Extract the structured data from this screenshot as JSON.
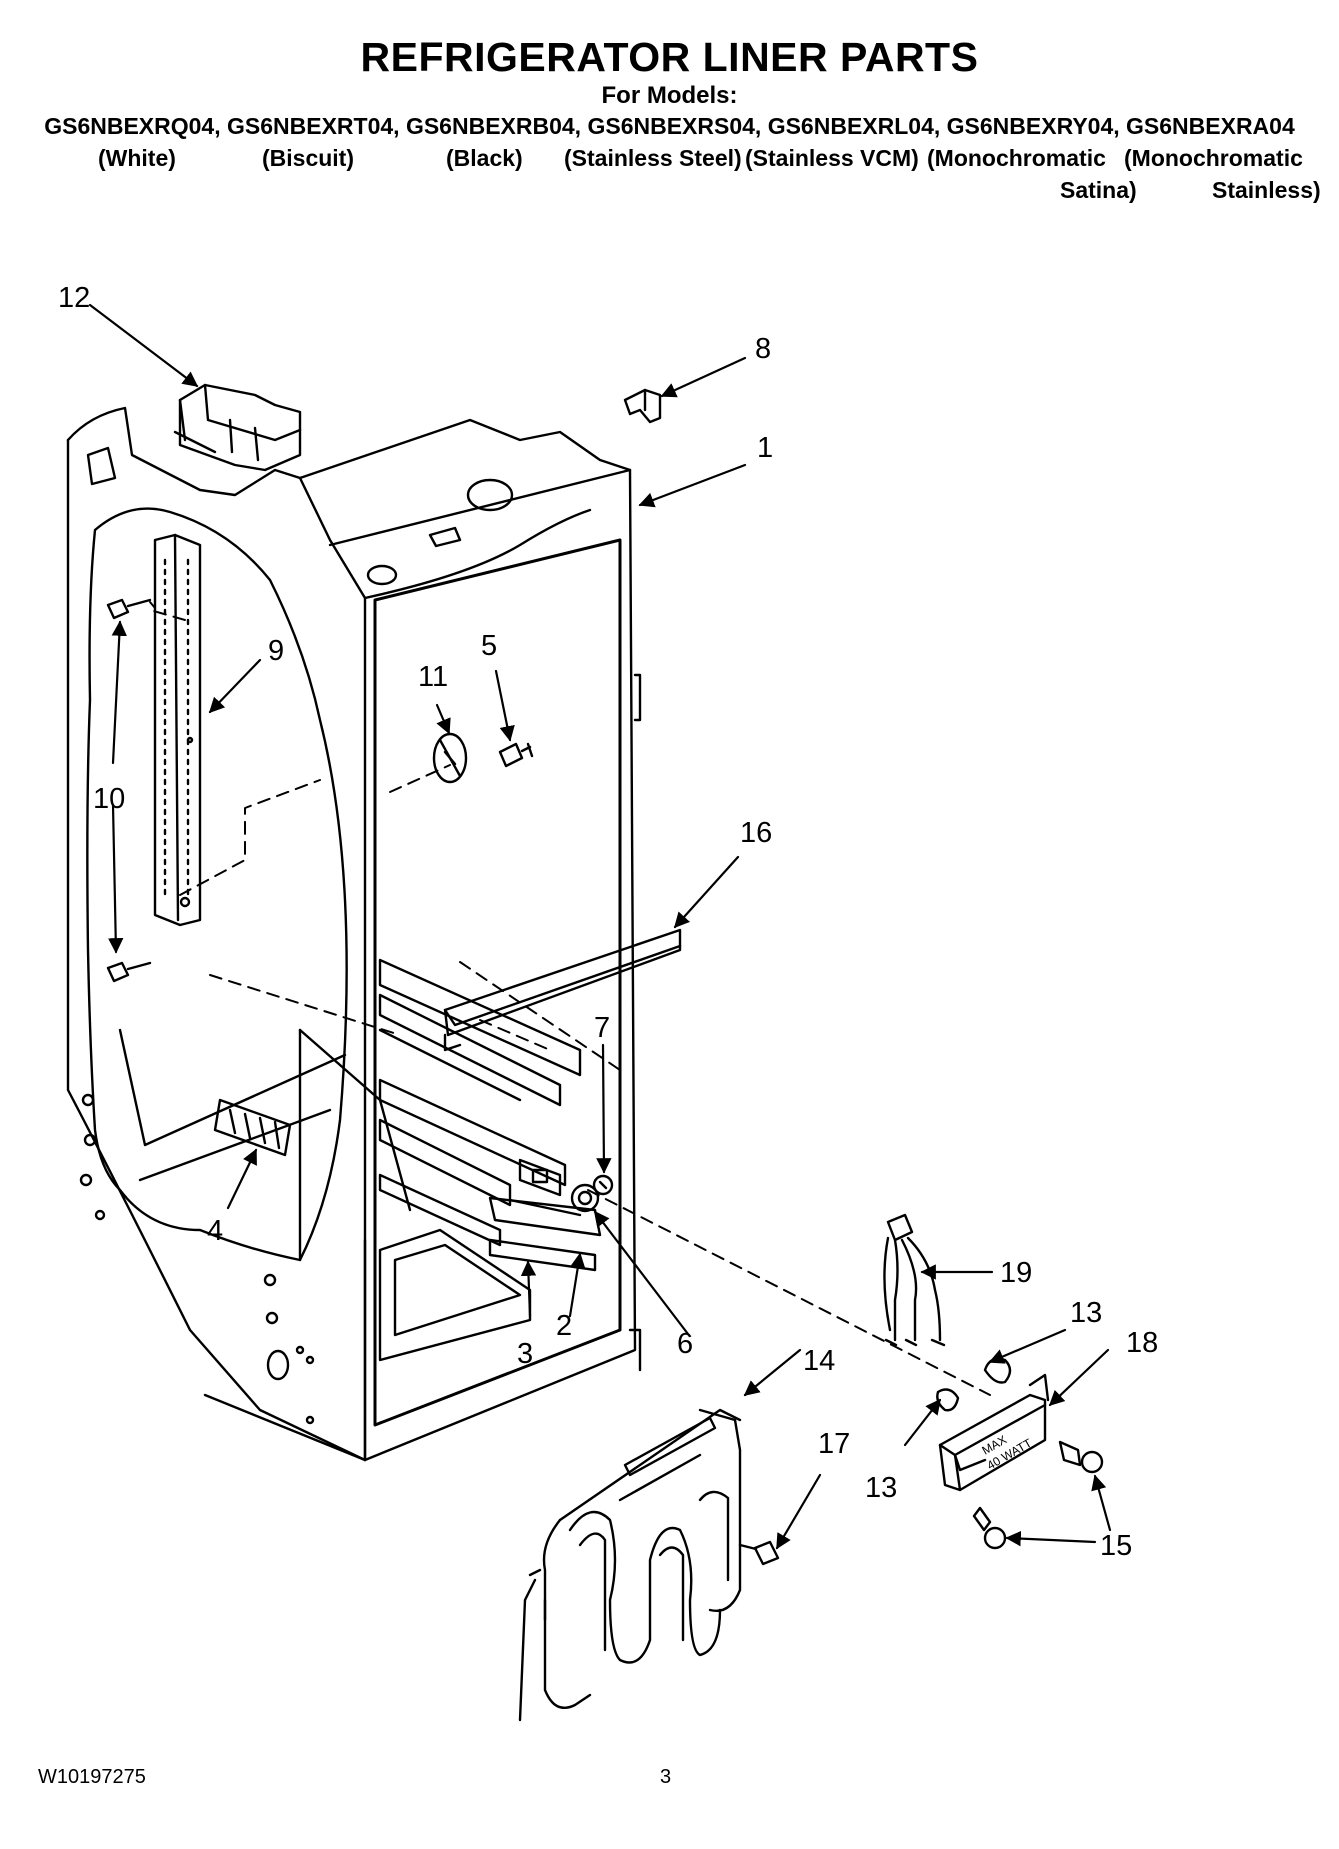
{
  "header": {
    "title": "REFRIGERATOR LINER PARTS",
    "for_models": "For Models:",
    "models_line": "GS6NBEXRQ04, GS6NBEXRT04, GS6NBEXRB04, GS6NBEXRS04, GS6NBEXRL04, GS6NBEXRY04, GS6NBEXRA04",
    "variants": {
      "white": "(White)",
      "biscuit": "(Biscuit)",
      "black": "(Black)",
      "stainless_steel": "(Stainless Steel)",
      "stainless_vcm": "(Stainless VCM)",
      "monochromatic_1": "(Monochromatic",
      "monochromatic_2": "(Monochromatic",
      "satina": "Satina)",
      "stainless": "Stainless)"
    }
  },
  "callouts": {
    "c1": "1",
    "c2": "2",
    "c3": "3",
    "c4": "4",
    "c5": "5",
    "c6": "6",
    "c7": "7",
    "c8": "8",
    "c9": "9",
    "c10": "10",
    "c11": "11",
    "c12": "12",
    "c13a": "13",
    "c13b": "13",
    "c14": "14",
    "c15": "15",
    "c16": "16",
    "c17": "17",
    "c18": "18",
    "c19": "19"
  },
  "parts": {
    "light_housing_text_1": "MAX",
    "light_housing_text_2": "40 WATT"
  },
  "footer": {
    "doc_number": "W10197275",
    "page_number": "3"
  }
}
